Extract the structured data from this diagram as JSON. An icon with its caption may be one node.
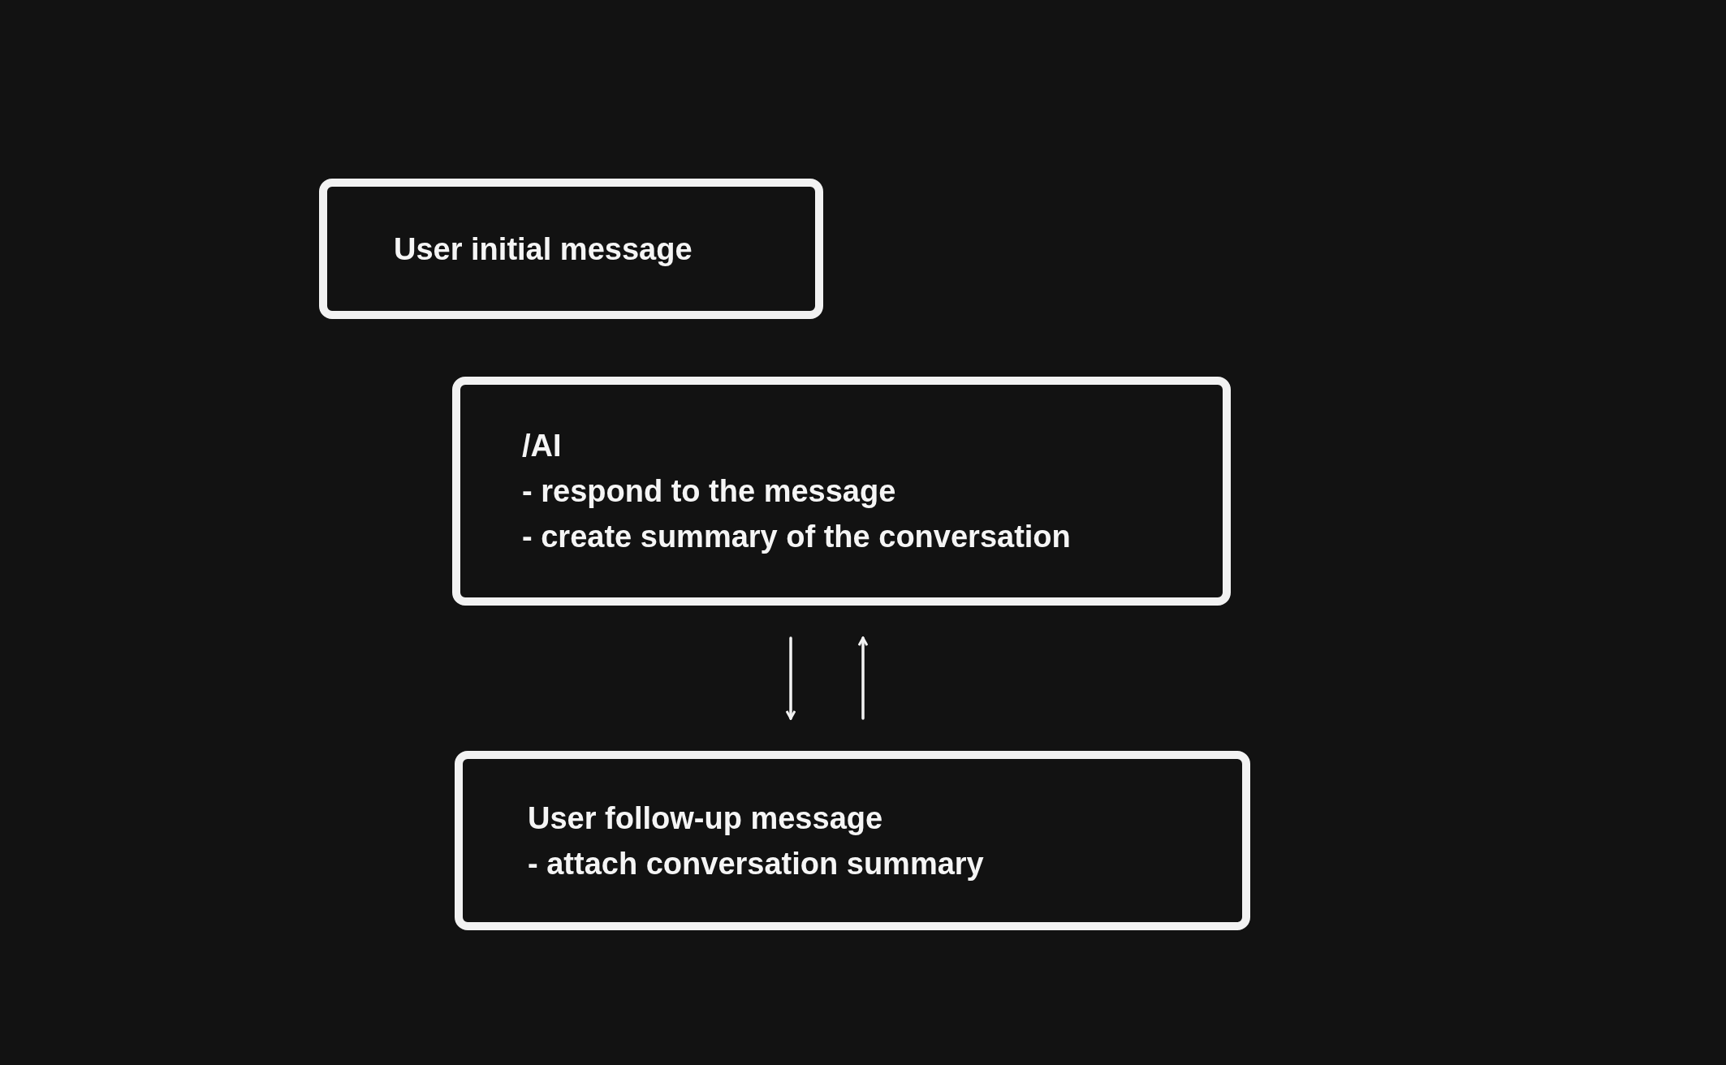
{
  "diagram": {
    "nodes": [
      {
        "text": [
          "User initial message"
        ]
      },
      {
        "text": [
          "/AI",
          "- respond to the message",
          "- create summary of the conversation"
        ]
      },
      {
        "text": [
          "User follow-up message",
          "- attach conversation summary"
        ]
      }
    ],
    "edges": [
      {
        "from": 1,
        "to": 2,
        "arrow": "to"
      },
      {
        "from": 2,
        "to": 1,
        "arrow": "to"
      }
    ]
  }
}
